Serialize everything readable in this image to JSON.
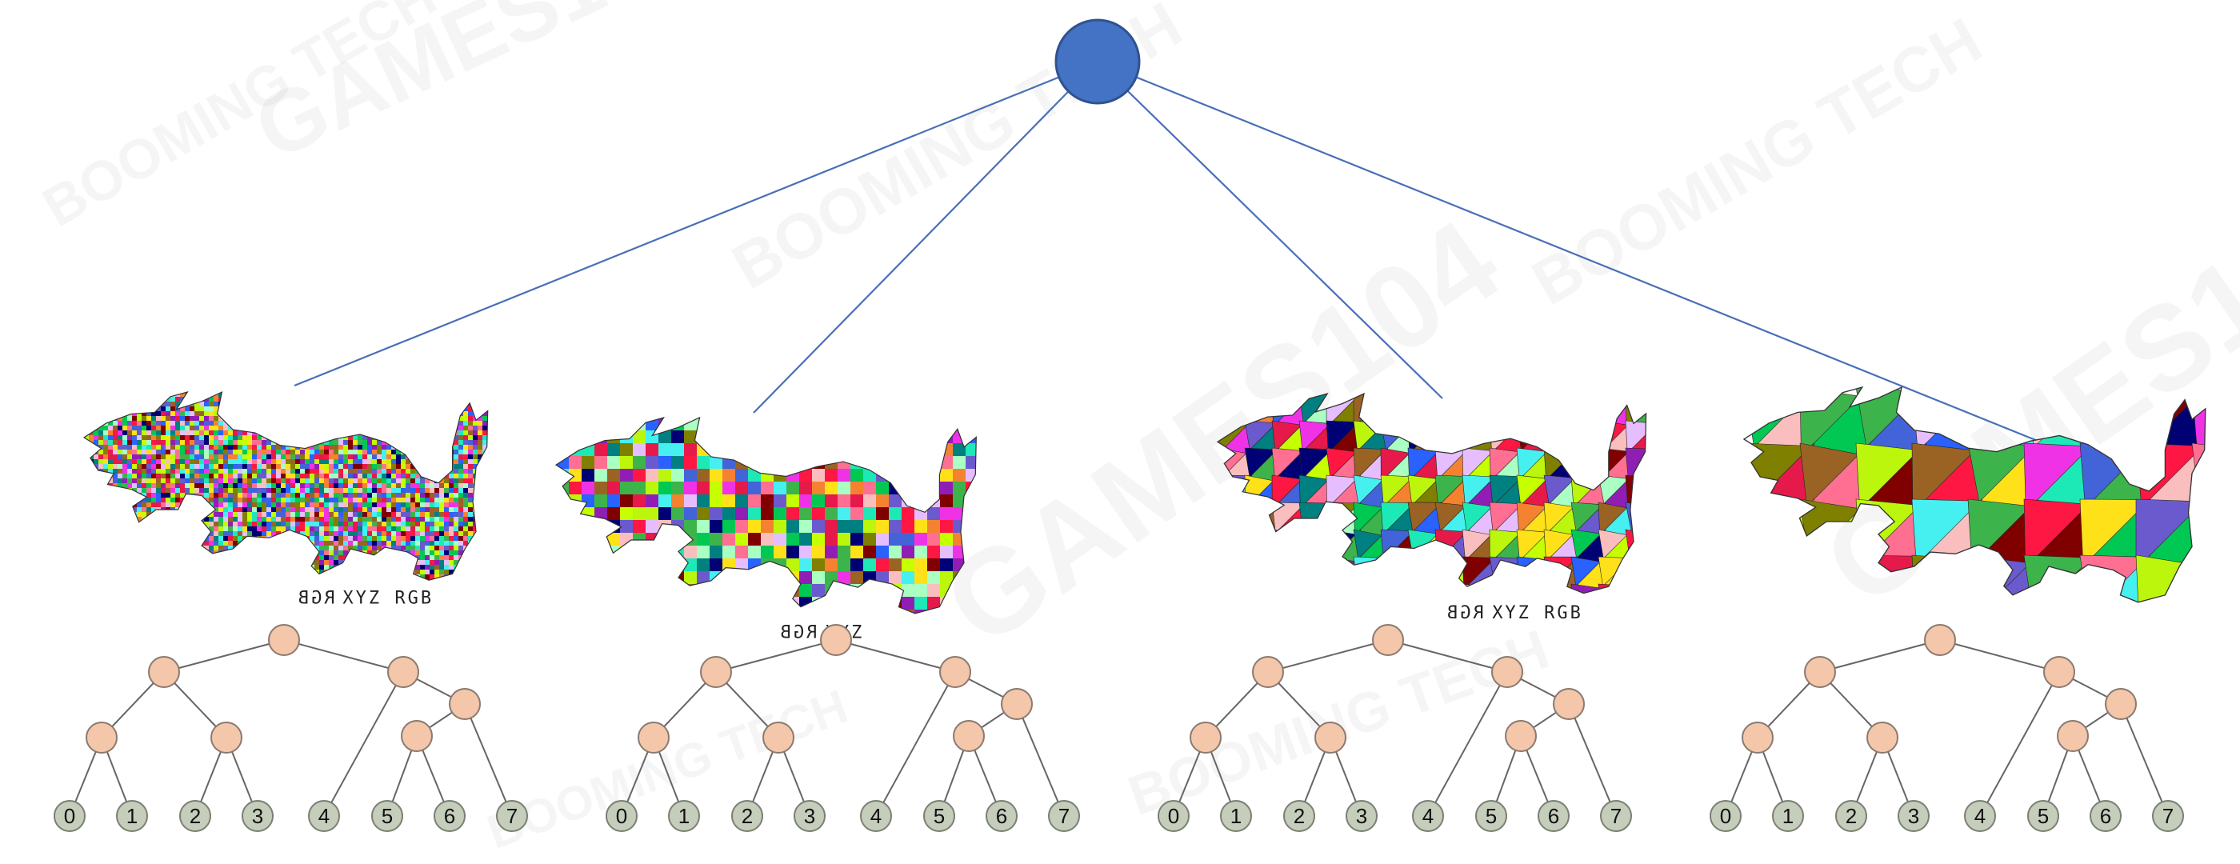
{
  "colors": {
    "root_fill": "#4472c4",
    "root_stroke": "#2f528f",
    "edge_line": "#4a6fb8",
    "tree_node_fill": "#f4c7ab",
    "tree_node_stroke": "#8a7a70",
    "leaf_fill": "#c5cdbb",
    "leaf_stroke": "#7a7f73",
    "tree_edge": "#666666"
  },
  "watermarks": [
    "BOOMING TECH",
    "GAMES104"
  ],
  "trees": [
    {
      "caption": "XYZ RGB",
      "caption_mirrored": "RGB",
      "dragon_style": "fine-confetti",
      "leaves": [
        "0",
        "1",
        "2",
        "3",
        "4",
        "5",
        "6",
        "7"
      ]
    },
    {
      "caption": "XYZ",
      "caption_mirrored": "RGB",
      "dragon_style": "small-patches",
      "leaves": [
        "0",
        "1",
        "2",
        "3",
        "4",
        "5",
        "6",
        "7"
      ]
    },
    {
      "caption": "XYZ RGB",
      "caption_mirrored": "RGB",
      "dragon_style": "medium-patches",
      "leaves": [
        "0",
        "1",
        "2",
        "3",
        "4",
        "5",
        "6",
        "7"
      ]
    },
    {
      "caption": "",
      "caption_mirrored": "",
      "dragon_style": "large-facets",
      "leaves": [
        "0",
        "1",
        "2",
        "3",
        "4",
        "5",
        "6",
        "7"
      ]
    }
  ]
}
